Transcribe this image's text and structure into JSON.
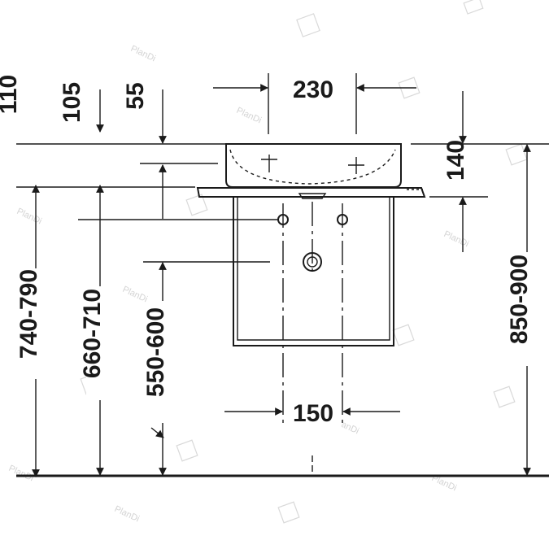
{
  "drawing": {
    "dimensions": {
      "basin_width": "230",
      "tap_hole_spacing": "150",
      "basin_depth": "140",
      "left_110": "110",
      "left_105": "105",
      "left_55": "55",
      "height_740_790": "740-790",
      "height_660_710": "660-710",
      "height_550_600": "550-600",
      "height_850_900": "850-900"
    },
    "watermark": {
      "text": "PlanDi"
    },
    "colors": {
      "line": "#1a1a1a",
      "watermark": "#d4d4d4",
      "background": "#ffffff"
    }
  }
}
